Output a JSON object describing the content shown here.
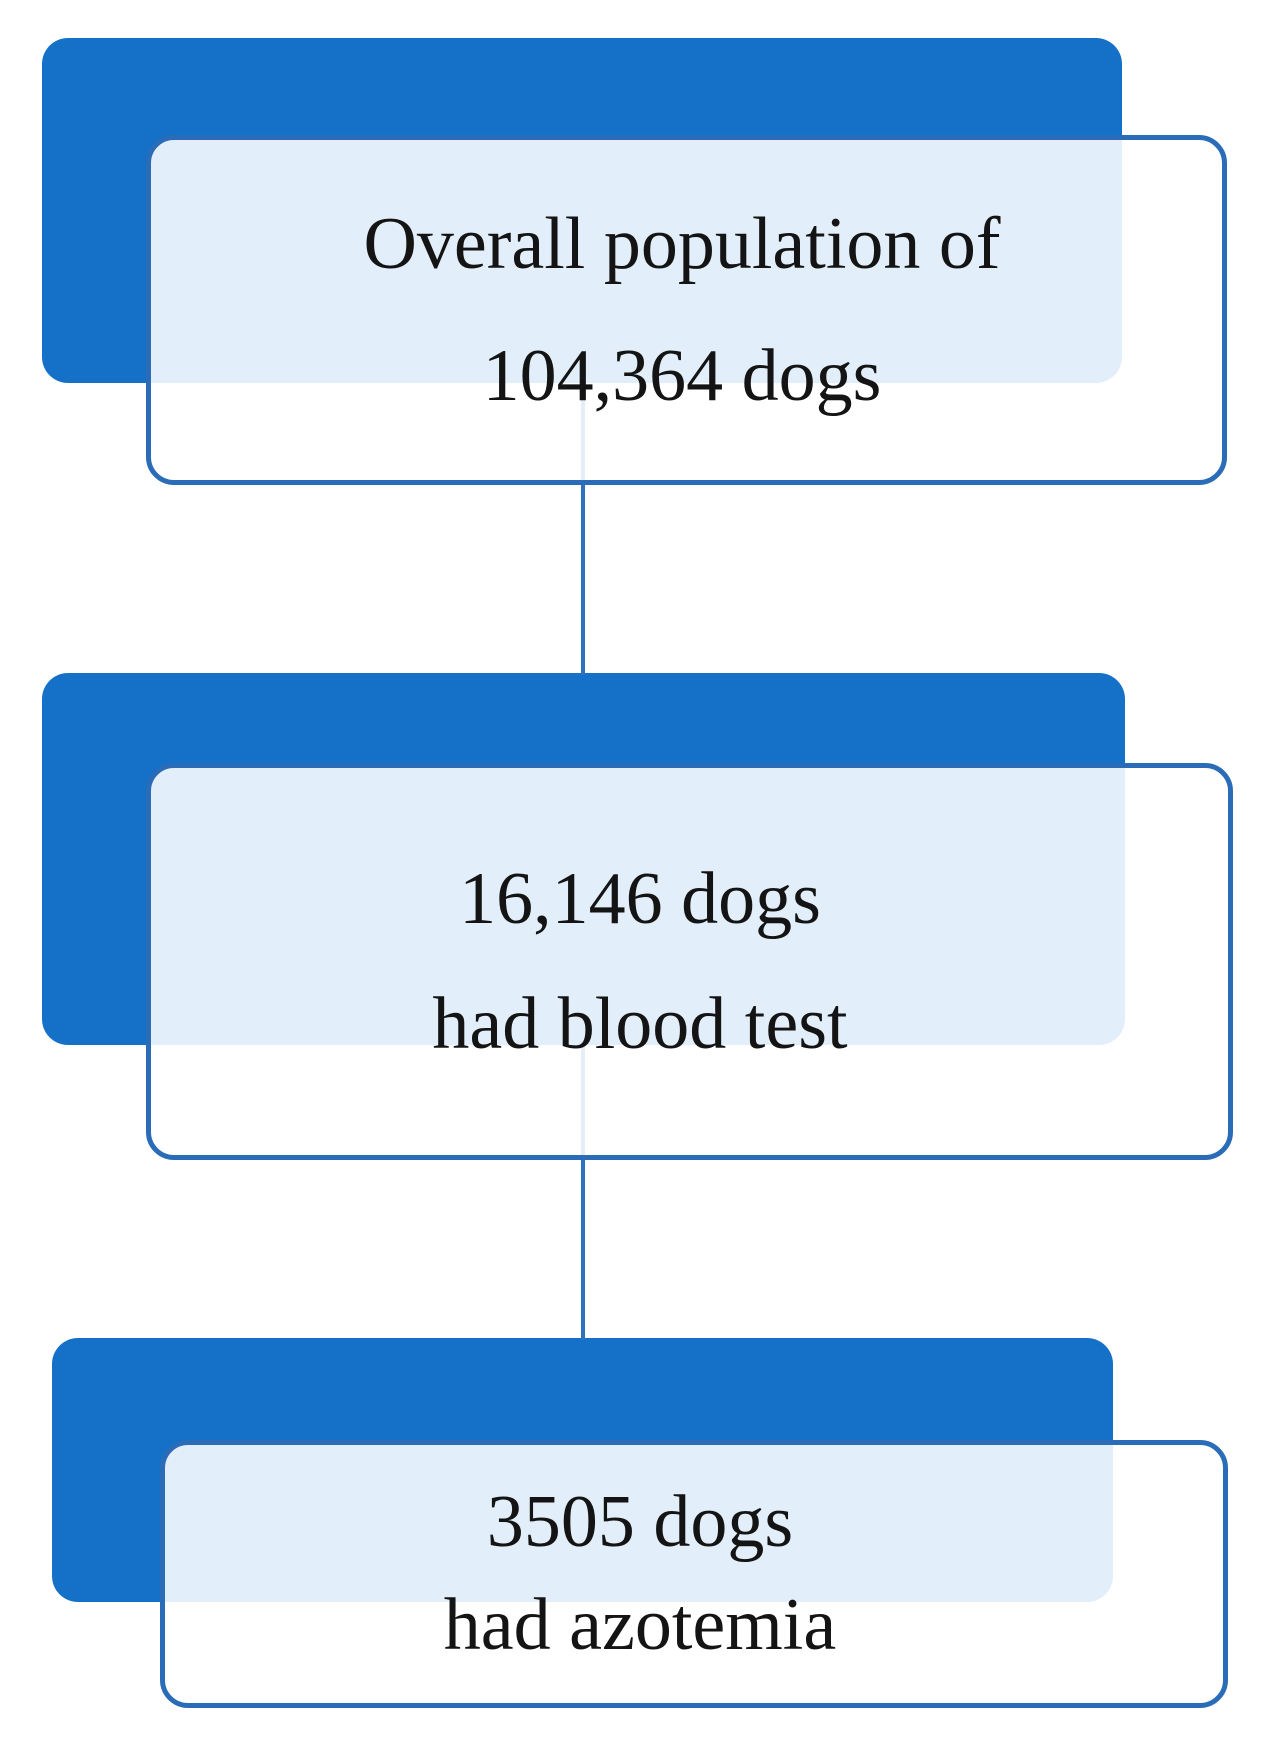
{
  "figure": {
    "type": "flowchart",
    "description": "Vertical three-step study population flow diagram"
  },
  "colors": {
    "node_fill": "#1571c8",
    "outline": "#2a6cb7",
    "connector": "#2e72bd",
    "card_tint": "#e8ecf7",
    "text": "#141414",
    "background": "#ffffff"
  },
  "nodes": [
    {
      "id": "overall-population",
      "line1": "Overall population of",
      "line2": "104,364 dogs"
    },
    {
      "id": "blood-test",
      "line1": "16,146 dogs",
      "line2": "had blood test"
    },
    {
      "id": "azotemia",
      "line1": "3505 dogs",
      "line2": "had azotemia"
    }
  ],
  "connectors": [
    {
      "id": "connector-1",
      "from": "overall-population",
      "to": "blood-test"
    },
    {
      "id": "connector-2",
      "from": "blood-test",
      "to": "azotemia"
    }
  ]
}
